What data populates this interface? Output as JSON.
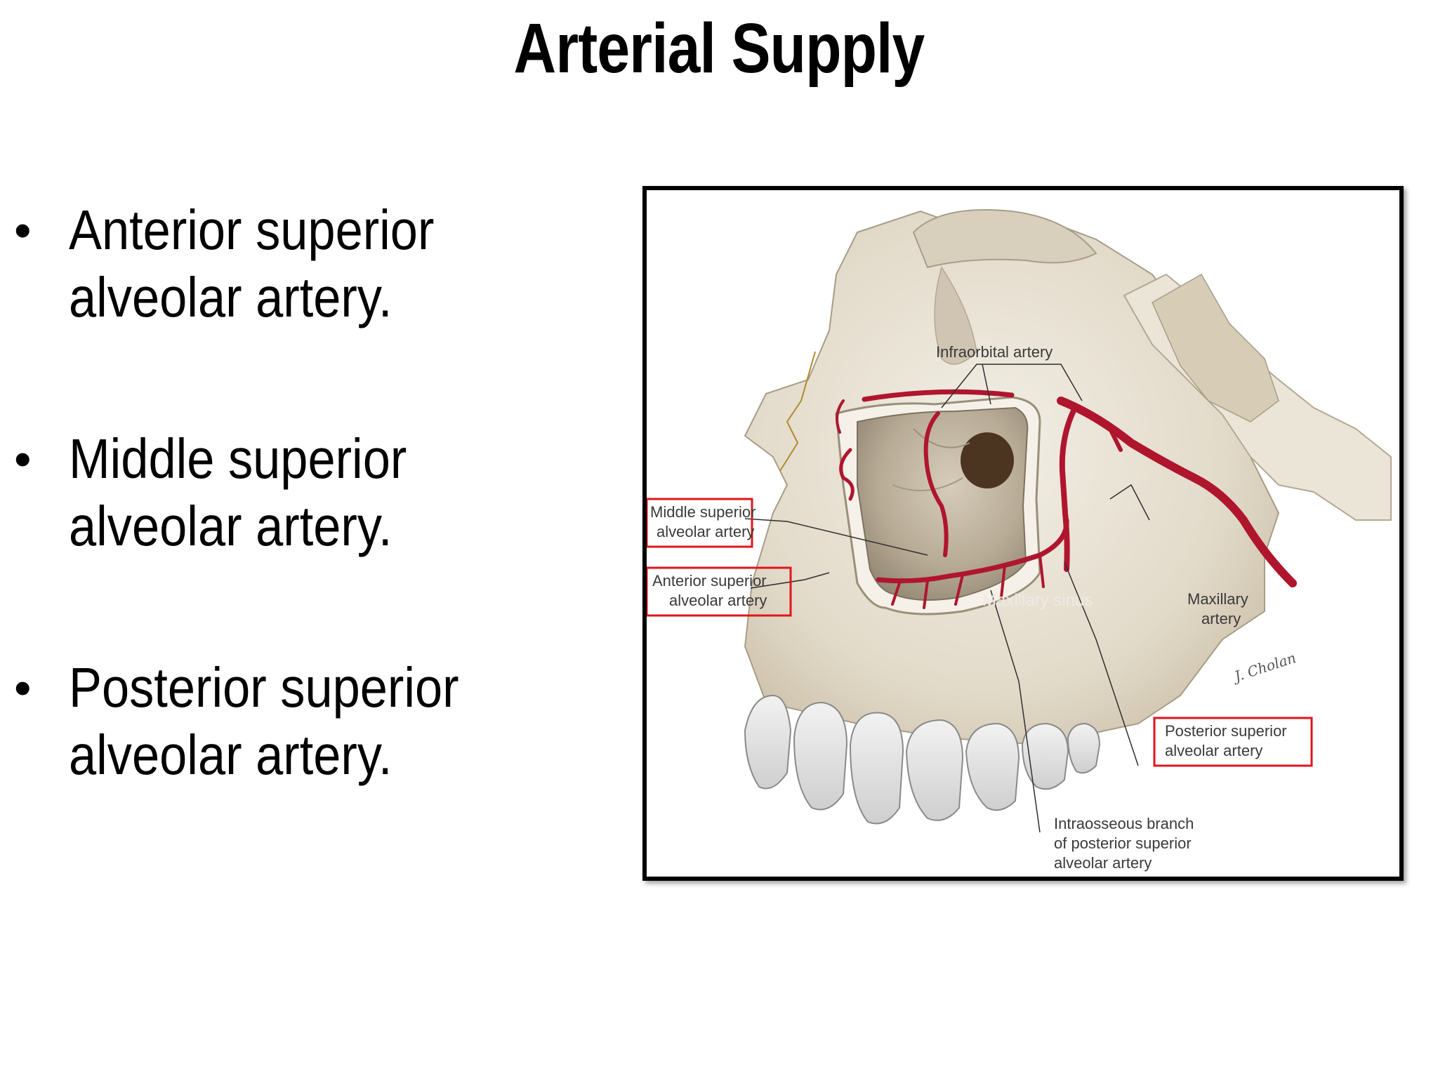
{
  "slide": {
    "title": "Arterial Supply",
    "bullets": [
      {
        "marker": "•",
        "text": "Anterior superior alveolar artery."
      },
      {
        "marker": "•",
        "text": "Middle superior alveolar artery."
      },
      {
        "marker": "•",
        "text": "Posterior superior alveolar artery."
      }
    ]
  },
  "figure": {
    "labels": {
      "infraorbital": "Infraorbital artery",
      "middle_line1": "Middle superior",
      "middle_line2": "alveolar artery",
      "anterior_line1": "Anterior superior",
      "anterior_line2": "alveolar artery",
      "sinus": "Maxillary sinus",
      "maxillary_line1": "Maxillary",
      "maxillary_line2": "artery",
      "posterior_line1": "Posterior superior",
      "posterior_line2": "alveolar artery",
      "intraosseous_line1": "Intraosseous branch",
      "intraosseous_line2": "of posterior superior",
      "intraosseous_line3": "alveolar artery",
      "signature": "J. Cholan"
    },
    "colors": {
      "artery": "#b0152e",
      "highlight_box": "#e0161c",
      "bone": "#e9e3d6",
      "bone_shadow": "#c9c0ae",
      "sinus": "#b9ae9b",
      "frame": "#000000"
    }
  }
}
